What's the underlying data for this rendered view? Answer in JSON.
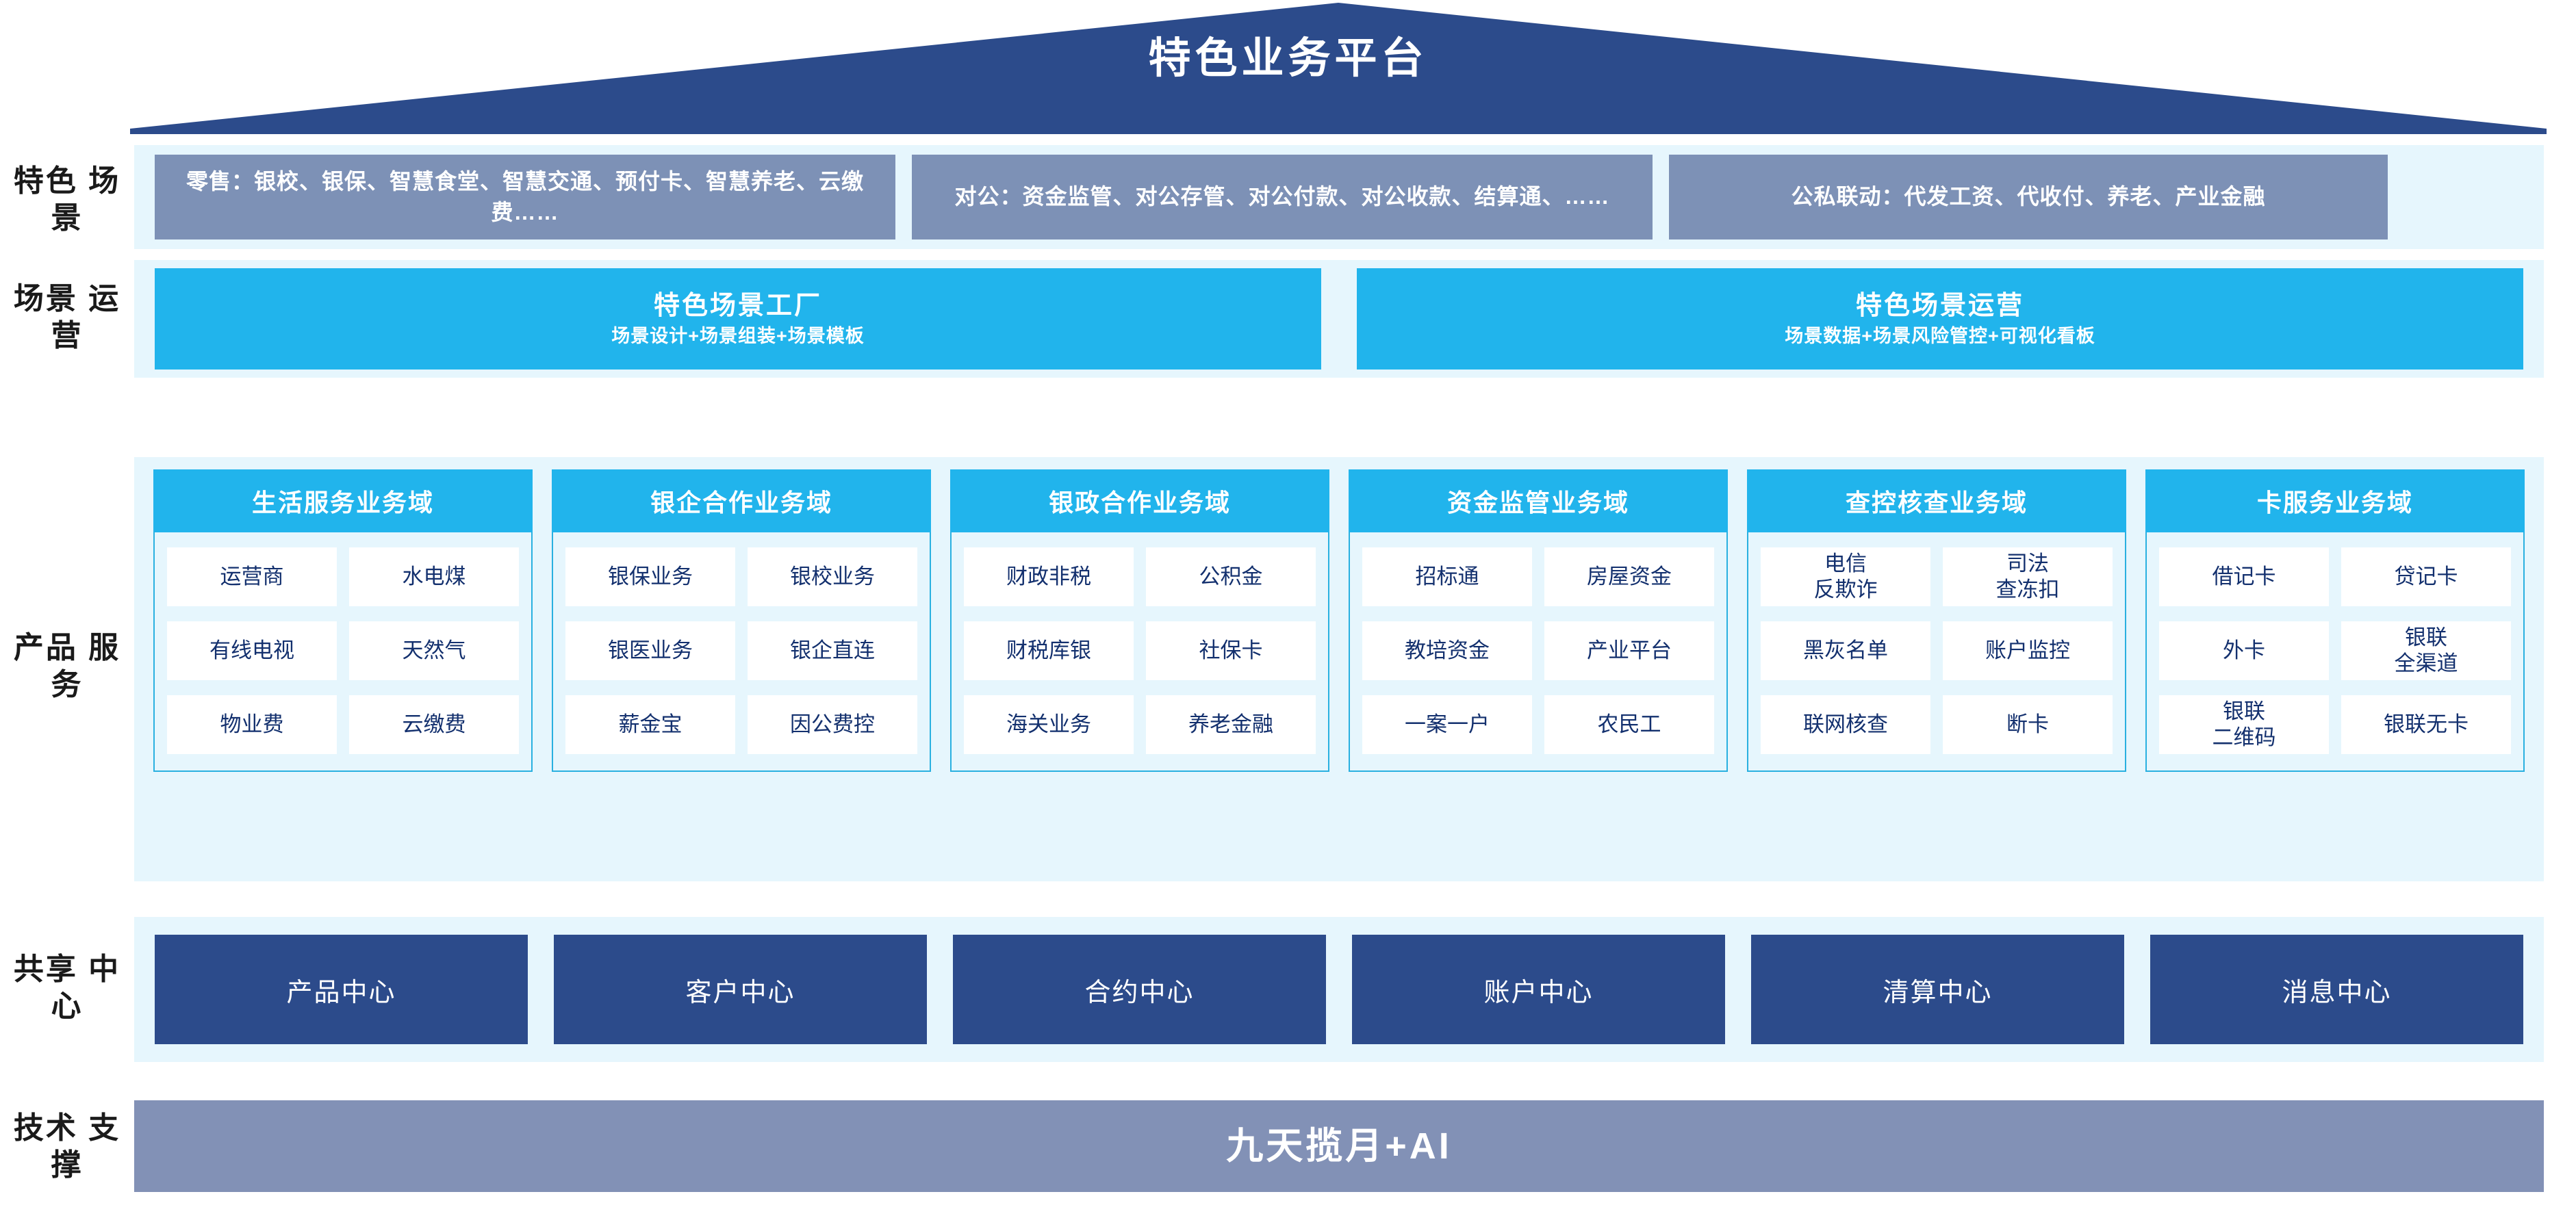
{
  "header": {
    "title": "特色业务平台"
  },
  "row_labels": {
    "scene": "特色\n场景",
    "operations": "场景\n运营",
    "products": "产品\n服务",
    "shared": "共享\n中心",
    "tech": "技术\n支撑"
  },
  "scene_row": {
    "boxes": [
      {
        "name": "retail",
        "text": "零售：银校、银保、智慧食堂、智慧交通、预付卡、智慧养老、云缴费……"
      },
      {
        "name": "corporate",
        "text": "对公：资金监管、对公存管、对公付款、对公收款、结算通、……"
      },
      {
        "name": "public-private-linkage",
        "text": "公私联动：代发工资、代收付、养老、产业金融"
      }
    ]
  },
  "operations_row": {
    "boxes": [
      {
        "title": "特色场景工厂",
        "subtitle": "场景设计+场景组装+场景模板"
      },
      {
        "title": "特色场景运营",
        "subtitle": "场景数据+场景风险管控+可视化看板"
      }
    ]
  },
  "product_domains": [
    {
      "title": "生活服务业务域",
      "rows": [
        [
          "运营商",
          "水电煤"
        ],
        [
          "有线电视",
          "天然气"
        ],
        [
          "物业费",
          "云缴费"
        ]
      ]
    },
    {
      "title": "银企合作业务域",
      "rows": [
        [
          "银保业务",
          "银校业务"
        ],
        [
          "银医业务",
          "银企直连"
        ],
        [
          "薪金宝",
          "因公费控"
        ]
      ]
    },
    {
      "title": "银政合作业务域",
      "rows": [
        [
          "财政非税",
          "公积金"
        ],
        [
          "财税库银",
          "社保卡"
        ],
        [
          "海关业务",
          "养老金融"
        ]
      ]
    },
    {
      "title": "资金监管业务域",
      "rows": [
        [
          "招标通",
          "房屋资金"
        ],
        [
          "教培资金",
          "产业平台"
        ],
        [
          "一案一户",
          "农民工"
        ]
      ]
    },
    {
      "title": "查控核查业务域",
      "rows": [
        [
          "电信\n反欺诈",
          "司法\n查冻扣"
        ],
        [
          "黑灰名单",
          "账户监控"
        ],
        [
          "联网核查",
          "断卡"
        ]
      ]
    },
    {
      "title": "卡服务业务域",
      "rows": [
        [
          "借记卡",
          "贷记卡"
        ],
        [
          "外卡",
          "银联\n全渠道"
        ],
        [
          "银联\n二维码",
          "银联无卡"
        ]
      ]
    }
  ],
  "shared_centers": [
    "产品中心",
    "客户中心",
    "合约中心",
    "账户中心",
    "清算中心",
    "消息中心"
  ],
  "tech_support": {
    "title": "九天揽月+AI"
  },
  "colors": {
    "roof": "#2c4b8b",
    "band_bg": "#e6f6fd",
    "scene_box": "#7d91b6",
    "cyan": "#21b4ec",
    "card_border": "#29b0e0",
    "cell_text": "#13306e",
    "shared_box": "#2c4b8b",
    "tech_band": "#8291b6"
  }
}
